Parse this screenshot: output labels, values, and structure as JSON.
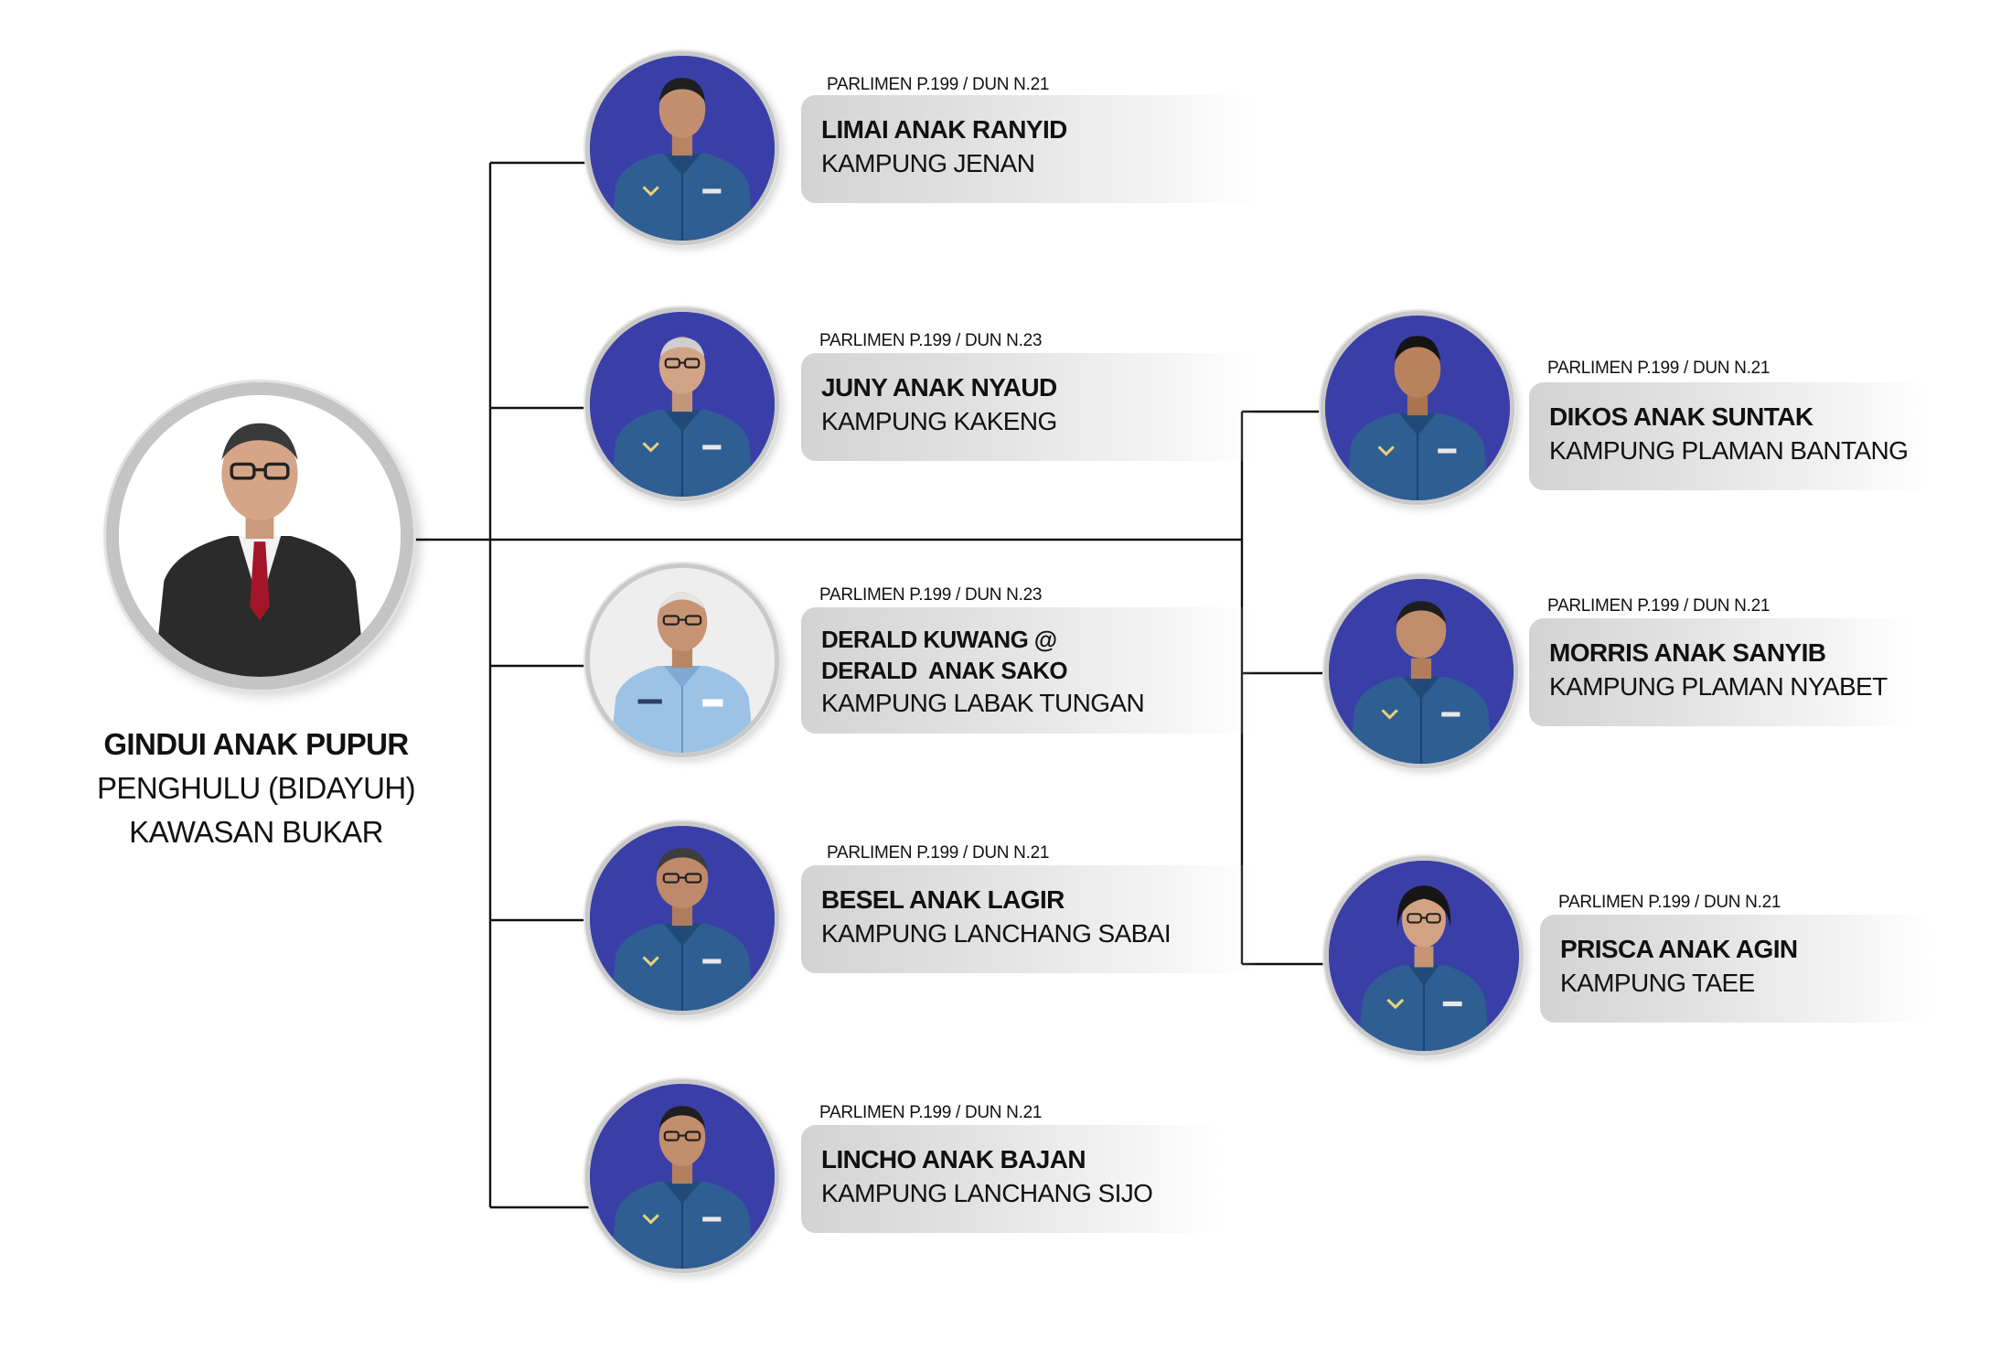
{
  "head": {
    "name": "GINDUI ANAK PUPUR",
    "title": "PENGHULU (BIDAYUH)",
    "area": "KAWASAN BUKAR"
  },
  "members": [
    {
      "code": "PARLIMEN P.199 / DUN N.21",
      "name": "LIMAI ANAK RANYID",
      "place": "KAMPUNG JENAN"
    },
    {
      "code": "PARLIMEN P.199 / DUN N.23",
      "name": "JUNY ANAK NYAUD",
      "place": "KAMPUNG KAKENG"
    },
    {
      "code": "PARLIMEN P.199 / DUN N.23",
      "name_line1": "DERALD KUWANG @",
      "name_line2": "DERALD  ANAK SAKO",
      "place": "KAMPUNG LABAK TUNGAN"
    },
    {
      "code": "PARLIMEN P.199 / DUN N.21",
      "name": "BESEL ANAK LAGIR",
      "place": "KAMPUNG LANCHANG SABAI"
    },
    {
      "code": "PARLIMEN P.199 / DUN N.21",
      "name": "LINCHO ANAK BAJAN",
      "place": "KAMPUNG LANCHANG SIJO"
    },
    {
      "code": "PARLIMEN P.199 / DUN N.21",
      "name": "DIKOS ANAK SUNTAK",
      "place": "KAMPUNG PLAMAN BANTANG"
    },
    {
      "code": "PARLIMEN P.199 / DUN N.21",
      "name": "MORRIS ANAK SANYIB",
      "place": "KAMPUNG PLAMAN NYABET"
    },
    {
      "code": "PARLIMEN P.199 / DUN N.21",
      "name": "PRISCA ANAK AGIN",
      "place": "KAMPUNG TAEE"
    }
  ],
  "colors": {
    "photo_backdrop": "#3a3fa8",
    "uniform_blue": "#2f5e93",
    "suit_dark": "#2b2b2b",
    "connector": "#111111"
  }
}
